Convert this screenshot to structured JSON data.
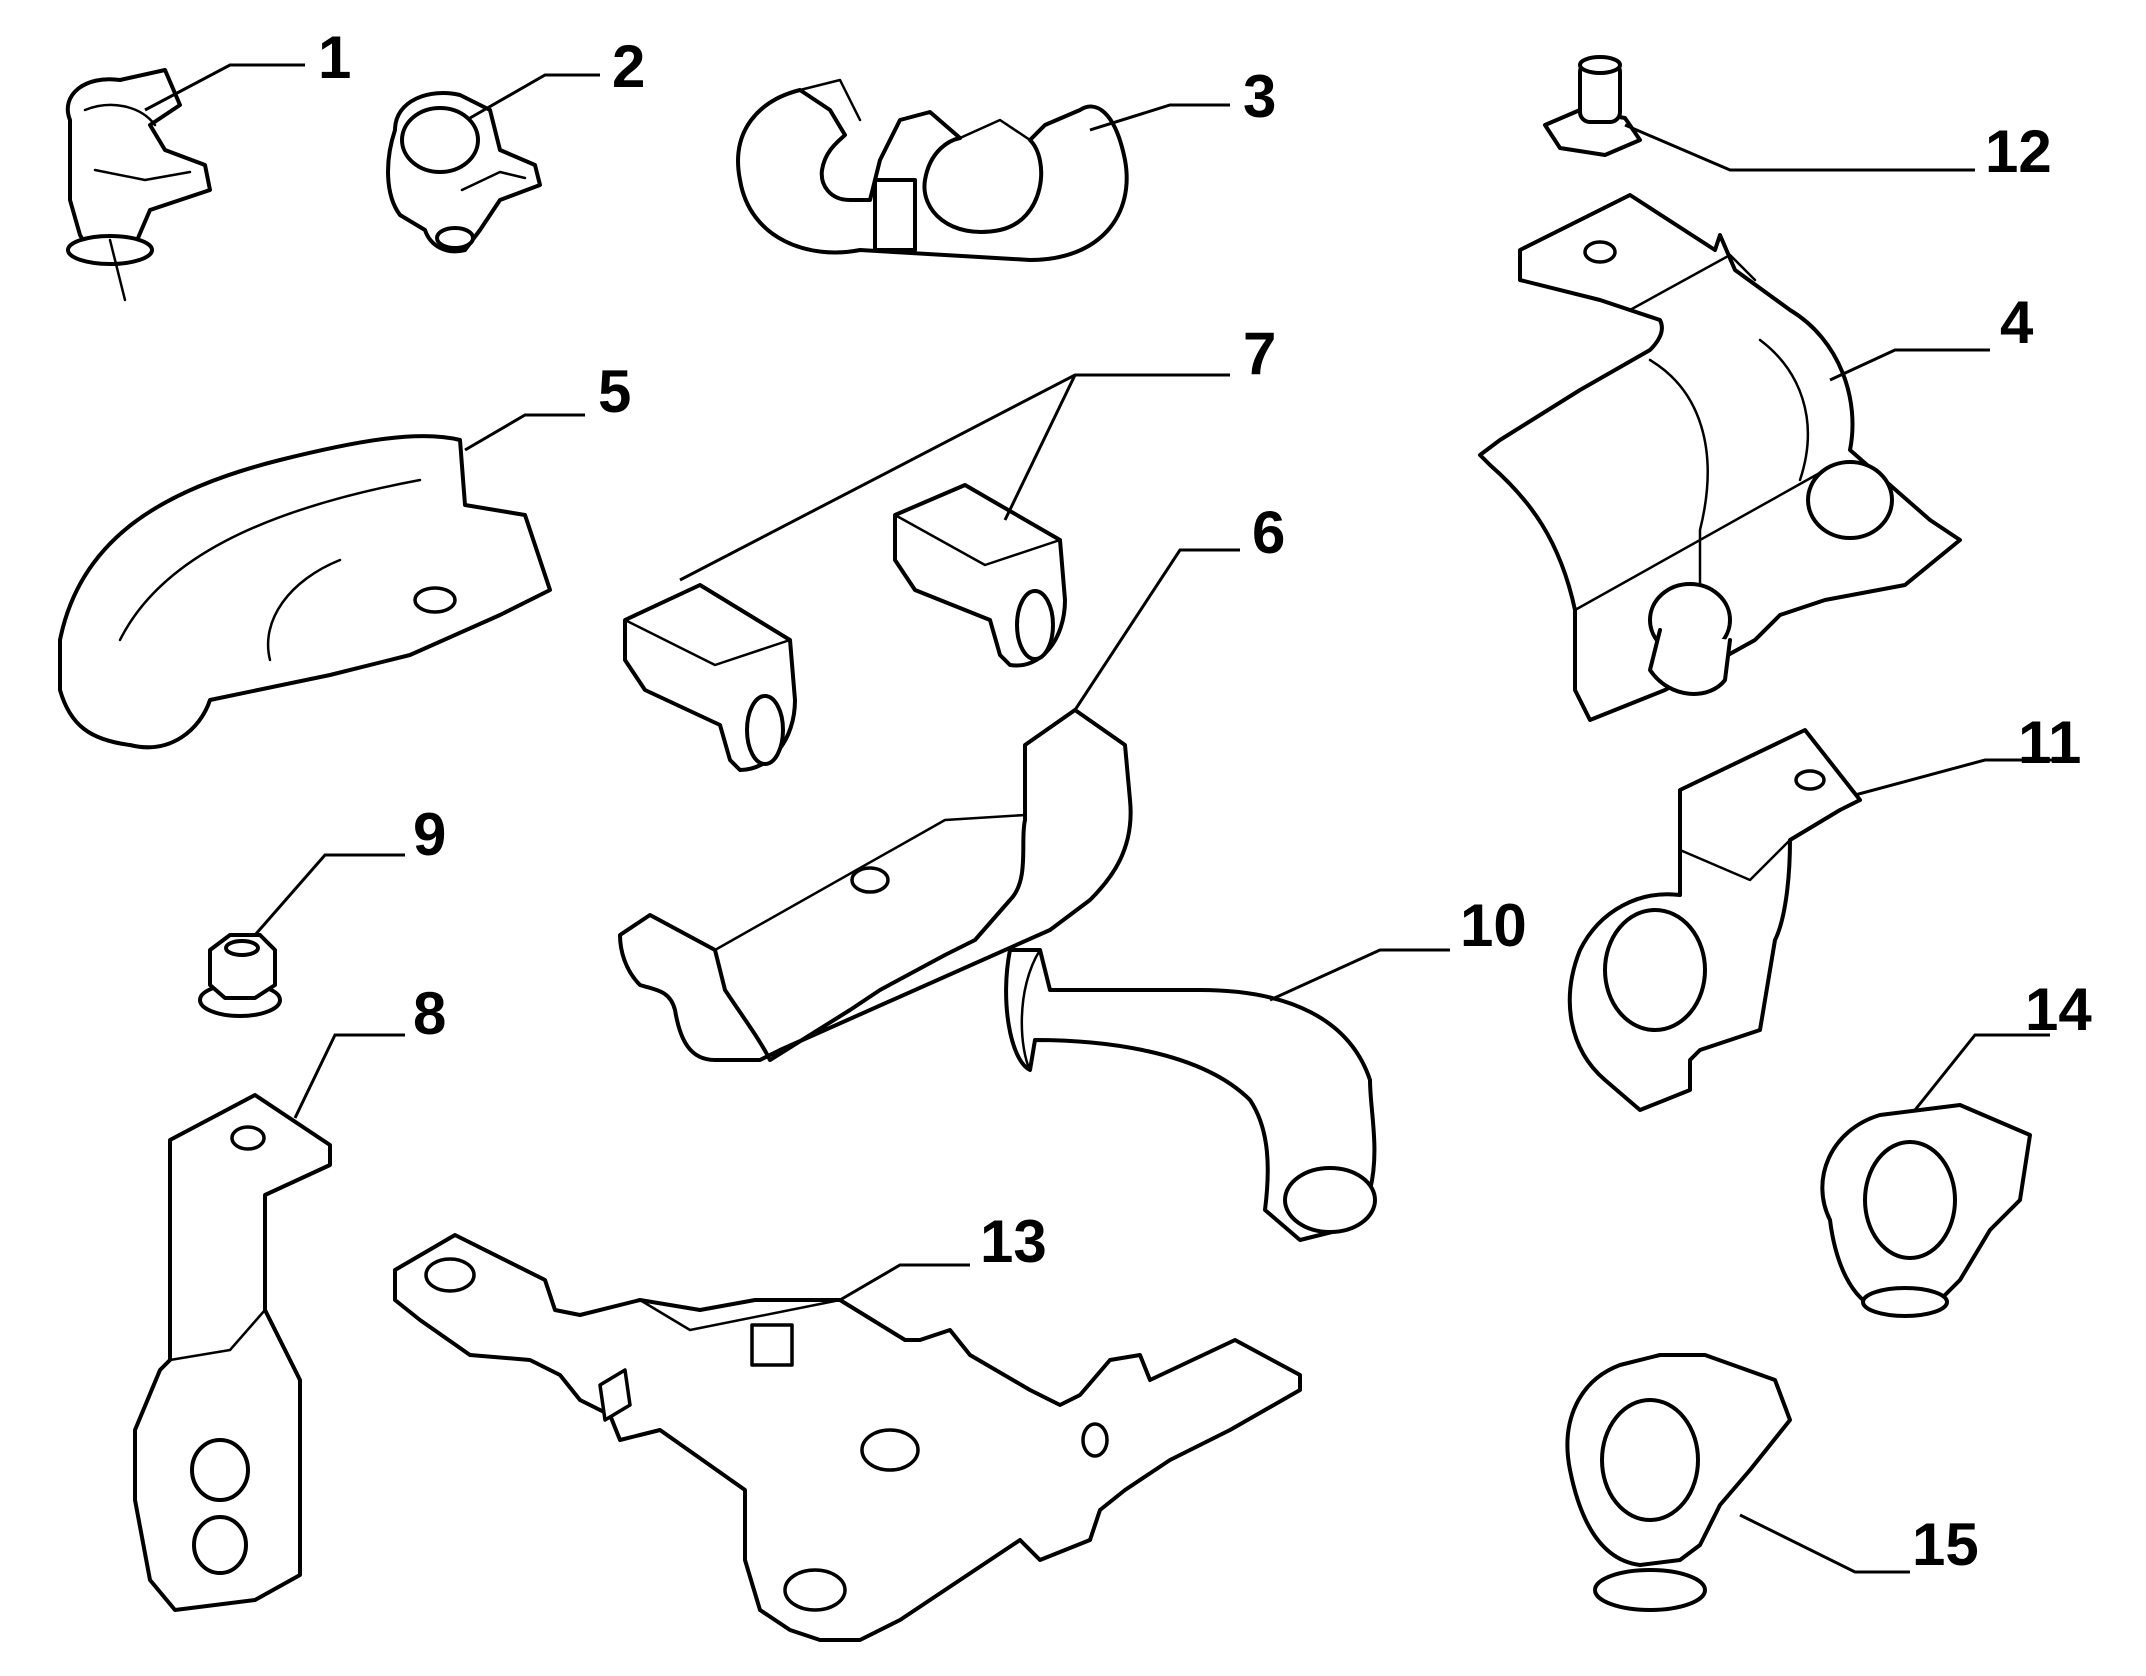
{
  "diagram": {
    "callouts": [
      {
        "id": "1",
        "label": "1"
      },
      {
        "id": "2",
        "label": "2"
      },
      {
        "id": "3",
        "label": "3"
      },
      {
        "id": "4",
        "label": "4"
      },
      {
        "id": "5",
        "label": "5"
      },
      {
        "id": "6",
        "label": "6"
      },
      {
        "id": "7",
        "label": "7"
      },
      {
        "id": "8",
        "label": "8"
      },
      {
        "id": "9",
        "label": "9"
      },
      {
        "id": "10",
        "label": "10"
      },
      {
        "id": "11",
        "label": "11"
      },
      {
        "id": "12",
        "label": "12"
      },
      {
        "id": "13",
        "label": "13"
      },
      {
        "id": "14",
        "label": "14"
      },
      {
        "id": "15",
        "label": "15"
      }
    ],
    "line_color": "#000000",
    "background": "#ffffff"
  }
}
